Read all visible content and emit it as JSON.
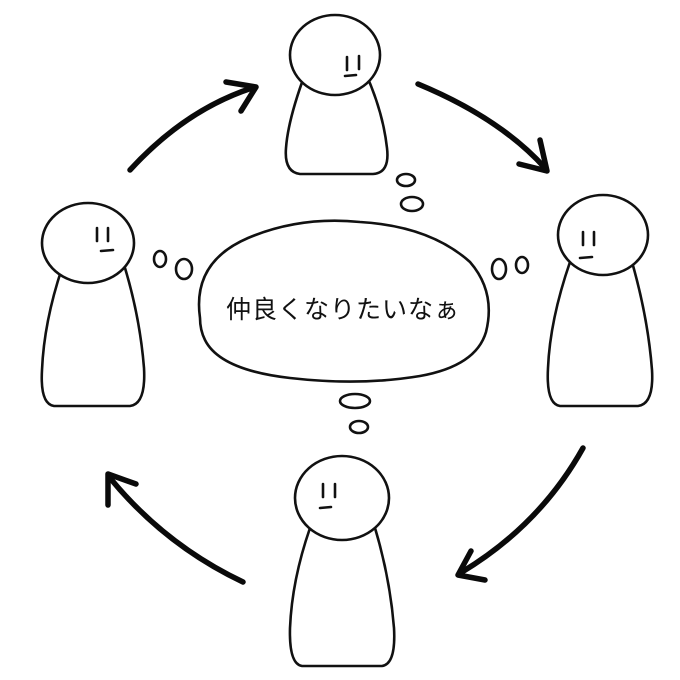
{
  "diagram": {
    "thought_text": "仲良くなりたいなぁ",
    "colors": {
      "ink": "#111111",
      "background": "#ffffff"
    },
    "figures": [
      "top",
      "right",
      "bottom",
      "left"
    ],
    "arrows": [
      "top-to-right",
      "right-to-bottom",
      "bottom-to-left",
      "left-to-top"
    ]
  }
}
